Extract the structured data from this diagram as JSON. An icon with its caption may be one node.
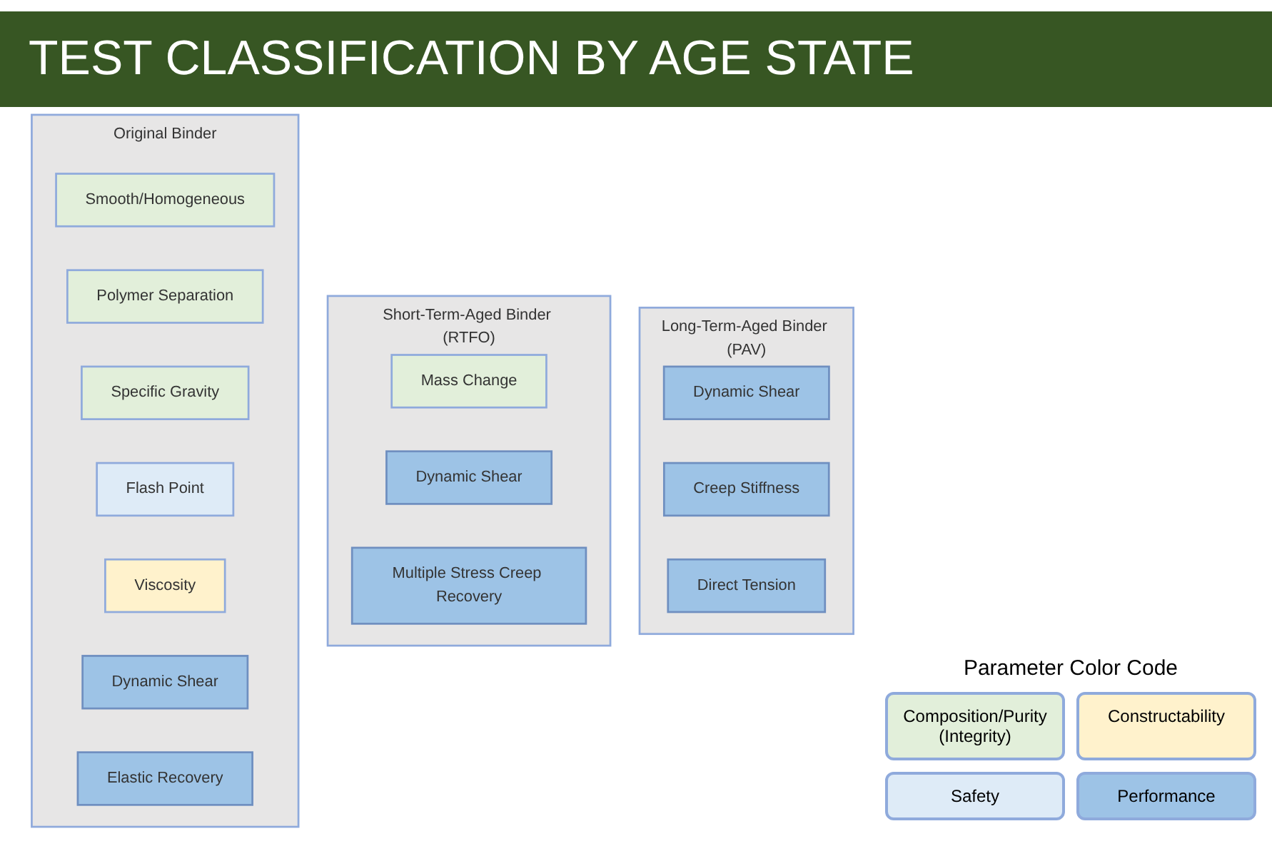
{
  "diagram": {
    "title": "TEST CLASSIFICATION BY AGE STATE",
    "nodes": [
      {
        "text": [
          "Original Binder"
        ]
      },
      {
        "text": [
          "Smooth/Homogeneous"
        ],
        "in": 0
      },
      {
        "text": [
          "Polymer Separation"
        ],
        "in": 0
      },
      {
        "text": [
          "Specific Gravity"
        ],
        "in": 0
      },
      {
        "text": [
          "Flash Point"
        ],
        "in": 0
      },
      {
        "text": [
          "Viscosity"
        ],
        "in": 0
      },
      {
        "text": [
          "Dynamic Shear"
        ],
        "in": 0
      },
      {
        "text": [
          "Elastic Recovery"
        ],
        "in": 0
      },
      {
        "text": [
          "Short-Term-Aged Binder (RTFO)"
        ]
      },
      {
        "text": [
          "Mass Change"
        ],
        "in": 8
      },
      {
        "text": [
          "Dynamic Shear"
        ],
        "in": 8
      },
      {
        "text": [
          "Multiple Stress Creep Recovery"
        ],
        "in": 8
      },
      {
        "text": [
          "Long-Term-Aged Binder (PAV)"
        ]
      },
      {
        "text": [
          "Dynamic Shear"
        ],
        "in": 12
      },
      {
        "text": [
          "Creep Stiffness"
        ],
        "in": 12
      },
      {
        "text": [
          "Direct Tension"
        ],
        "in": 12
      }
    ],
    "labels": [
      "Parameter Color Code"
    ],
    "legend": [
      {
        "text": "Composition/Purity (Integrity)",
        "color": "#e2efda"
      },
      {
        "text": "Constructability",
        "color": "#fff2cc"
      },
      {
        "text": "Safety",
        "color": "#deebf7"
      },
      {
        "text": "Performance",
        "color": "#9dc3e6"
      }
    ]
  }
}
